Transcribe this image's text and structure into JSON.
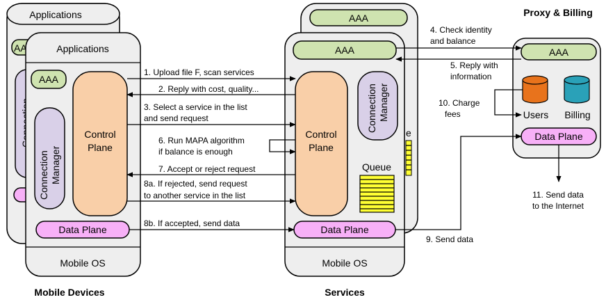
{
  "titles": {
    "mobile_devices": "Mobile Devices",
    "services": "Services",
    "proxy_billing": "Proxy & Billing"
  },
  "mobile_back": {
    "applications": "Applications",
    "aaa": "AAA",
    "connection": "Connection"
  },
  "mobile_front": {
    "applications": "Applications",
    "aaa": "AAA",
    "connection_manager_line1": "Connection",
    "connection_manager_line2": "Manager",
    "control_plane_line1": "Control",
    "control_plane_line2": "Plane",
    "data_plane": "Data Plane",
    "os": "Mobile OS"
  },
  "service_back": {
    "aaa": "AAA",
    "fragment": "e"
  },
  "service_front": {
    "aaa": "AAA",
    "control_plane_line1": "Control",
    "control_plane_line2": "Plane",
    "connection_manager_line1": "Connection",
    "connection_manager_line2": "Manager",
    "queue": "Queue",
    "data_plane": "Data Plane",
    "os": "Mobile OS"
  },
  "proxy": {
    "aaa": "AAA",
    "users": "Users",
    "billing": "Billing",
    "data_plane": "Data Plane"
  },
  "steps": {
    "s1": "1. Upload file F, scan services",
    "s2": "2. Reply with cost, quality...",
    "s3_line1": "3. Select a service in the list",
    "s3_line2": "and send request",
    "s4_line1": "4. Check identity",
    "s4_line2": "and balance",
    "s5_line1": "5. Reply with",
    "s5_line2": "information",
    "s6_line1": "6. Run MAPA algorithm",
    "s6_line2": "if balance is enough",
    "s7": "7. Accept or reject request",
    "s8a_line1": "8a. If rejected, send request",
    "s8a_line2": "to another service in the list",
    "s8b": "8b. If accepted, send data",
    "s9": "9. Send data",
    "s10_line1": "10. Charge",
    "s10_line2": "fees",
    "s11_line1": "11. Send data",
    "s11_line2": "to the Internet"
  },
  "colors": {
    "aaa_fill": "#cfe3b0",
    "control_plane_fill": "#f9cfa8",
    "connection_manager_fill": "#d9d0e8",
    "data_plane_fill": "#f7b0f7",
    "queue_fill": "#ffff33",
    "users_db": "#e8731c",
    "billing_db": "#2aa1b8",
    "panel_bg": "#eeeeee"
  }
}
